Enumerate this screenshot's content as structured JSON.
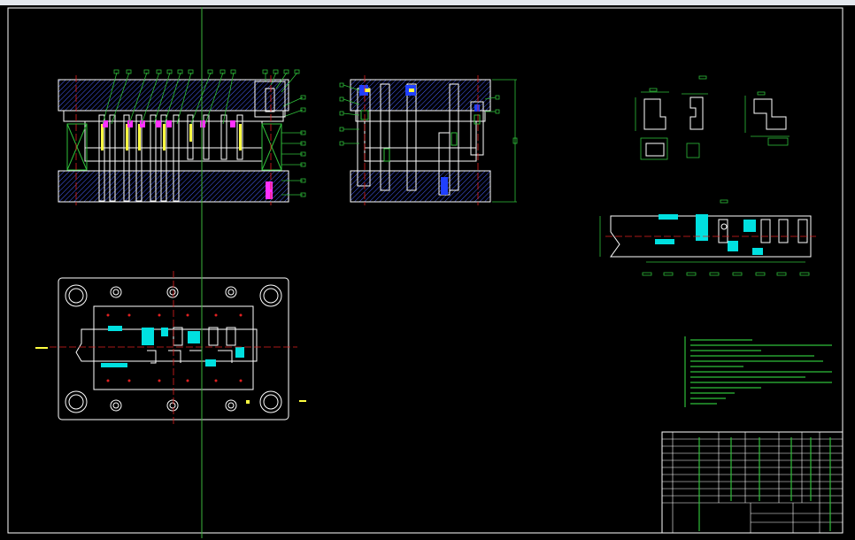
{
  "viewport": {
    "background": "#000000",
    "chrome_strip": "#e4e8ee"
  },
  "colors": {
    "geometry": "#ffffff",
    "dimension": "#2fbf3a",
    "center_line": "#e02020",
    "hatch": "#4a60ff",
    "cyan_fill": "#00e0e0",
    "magenta": "#ff30ff",
    "yellow": "#ffff40",
    "blue_part": "#2040ff",
    "crosshair": "#3bb43b",
    "title_block": "#ffffff"
  },
  "views": {
    "front_section": "mold-front-section-view",
    "side_section": "mold-side-section-view",
    "plan_view": "lower-die-plan-view",
    "part_details": "part-detail-views",
    "strip_layout": "strip-layout-view",
    "technical_notes": "technical-notes-block",
    "title_block": "title-block-bom"
  },
  "icons": {
    "crosshair": "crosshair-cursor-icon"
  }
}
